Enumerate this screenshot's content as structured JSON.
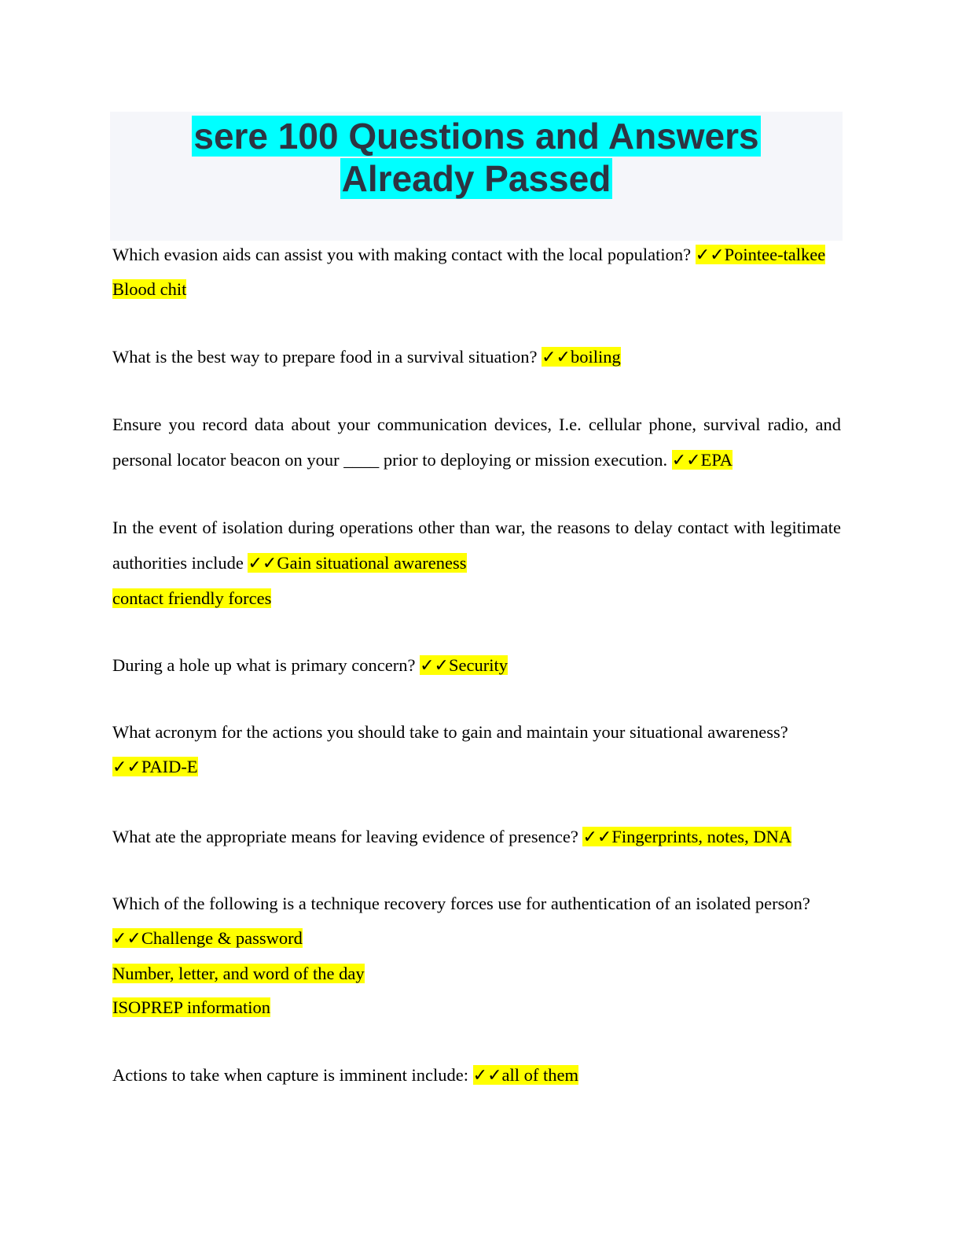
{
  "title": {
    "line1": "sere 100 Questions and Answers",
    "line2": "Already Passed"
  },
  "qa": [
    {
      "question": "Which evasion aids can assist you with making contact with the local population?",
      "marker": "✓✓",
      "answer": "Pointee-talkee",
      "extra": [
        "Blood chit"
      ]
    },
    {
      "question": "What is the best way to prepare food in a survival situation?",
      "marker": "✓✓",
      "answer": "boiling",
      "extra": []
    },
    {
      "question": "Ensure you record data about your communication devices, I.e. cellular phone, survival radio, and personal locator beacon on your ____ prior to deploying or mission execution.",
      "marker": "✓✓",
      "answer": "EPA",
      "extra": []
    },
    {
      "question": "In the event of isolation during operations other than war, the reasons to delay contact with legitimate authorities include",
      "marker": "✓✓",
      "answer": "Gain situational awareness",
      "extra": [
        "contact friendly forces"
      ]
    },
    {
      "question": "During a hole up what is primary concern?",
      "marker": "✓✓",
      "answer": "Security",
      "extra": []
    },
    {
      "question": "What acronym for the actions you should take to gain and maintain your situational awareness?",
      "marker": "✓✓",
      "answer": "PAID-E",
      "extra": []
    },
    {
      "question": "What ate the appropriate means for leaving evidence of presence?",
      "marker": "✓✓",
      "answer": "Fingerprints, notes, DNA",
      "extra": []
    },
    {
      "question": "Which of the following is a technique recovery forces use for authentication of an isolated person?",
      "marker": "✓✓",
      "answer": "Challenge & password",
      "extra": [
        "Number, letter, and word of the day",
        "ISOPREP information"
      ]
    },
    {
      "question": "Actions to take when capture is imminent include:",
      "marker": "✓✓",
      "answer": "all of them",
      "extra": []
    }
  ],
  "colors": {
    "title_highlight": "#00ffff",
    "answer_highlight": "#ffff00",
    "title_text": "#2d3442",
    "title_background": "#f5f6fa"
  }
}
